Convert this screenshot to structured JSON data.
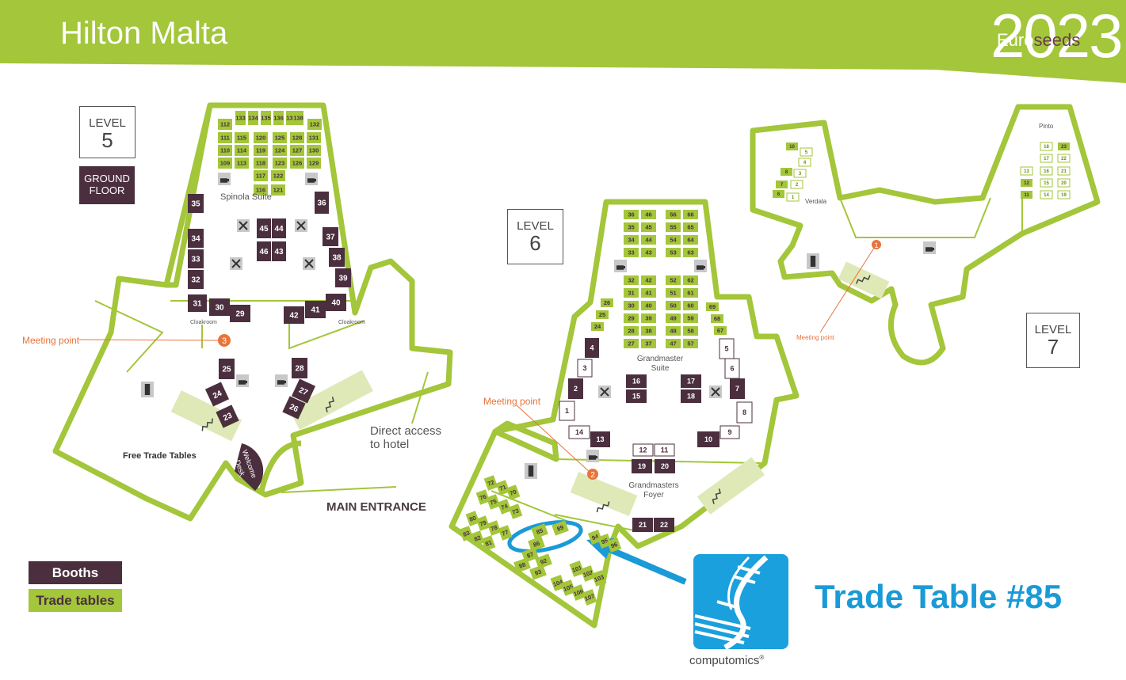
{
  "header": {
    "title": "Hilton Malta",
    "logo_word": "Euro",
    "logo_word_bold": "seeds",
    "logo_year": "2023"
  },
  "colors": {
    "green": "#a3c63a",
    "booth": "#4b2f3e",
    "accent": "#e8743b",
    "blue": "#1a9ad6"
  },
  "level5": {
    "level_word": "LEVEL",
    "level_num": "5",
    "ground": [
      "GROUND",
      "FLOOR"
    ],
    "suite": "Spinola Suite",
    "meeting_point": "Meeting point",
    "meeting_num": "3",
    "cloakroom": "Cloakroom",
    "free_trade": "Free Trade Tables",
    "welcome": [
      "Welcome",
      "Desk"
    ],
    "direct_access": [
      "Direct access",
      "to hotel"
    ],
    "main_entrance": "MAIN ENTRANCE"
  },
  "level6": {
    "level_word": "LEVEL",
    "level_num": "6",
    "suite": [
      "Grandmaster",
      "Suite"
    ],
    "foyer": [
      "Grandmasters",
      "Foyer"
    ],
    "meeting_point": "Meeting point",
    "meeting_num": "2"
  },
  "level7": {
    "level_word": "LEVEL",
    "level_num": "7",
    "pinto": "Pinto",
    "verdala": "Verdala",
    "meeting_point": "Meeting point",
    "meeting_num": "1"
  },
  "legend": {
    "booths": "Booths",
    "trade_tables": "Trade tables"
  },
  "highlight": {
    "label": "Trade Table #85",
    "table": "85"
  },
  "company": {
    "name_light": "computomics",
    "registered": "®"
  },
  "icons": [
    "coffee-icon",
    "dining-icon",
    "stairs-icon",
    "elevator-icon",
    "meeting-point-icon",
    "arrow-icon",
    "dna-logo-icon"
  ],
  "tables": {
    "l5_booths": [
      {
        "n": "35"
      },
      {
        "n": "34"
      },
      {
        "n": "33"
      },
      {
        "n": "32"
      },
      {
        "n": "36"
      },
      {
        "n": "37"
      },
      {
        "n": "38"
      },
      {
        "n": "39"
      },
      {
        "n": "31"
      },
      {
        "n": "30"
      },
      {
        "n": "29"
      },
      {
        "n": "42"
      },
      {
        "n": "41"
      },
      {
        "n": "40"
      },
      {
        "n": "45"
      },
      {
        "n": "44"
      },
      {
        "n": "46"
      },
      {
        "n": "43"
      },
      {
        "n": "25"
      },
      {
        "n": "24"
      },
      {
        "n": "23"
      },
      {
        "n": "28"
      },
      {
        "n": "27"
      },
      {
        "n": "26"
      }
    ],
    "l5_trade": [
      {
        "n": "112"
      },
      {
        "n": "133"
      },
      {
        "n": "134"
      },
      {
        "n": "135"
      },
      {
        "n": "136"
      },
      {
        "n": "137"
      },
      {
        "n": "138"
      },
      {
        "n": "132"
      },
      {
        "n": "111"
      },
      {
        "n": "115"
      },
      {
        "n": "120"
      },
      {
        "n": "125"
      },
      {
        "n": "128"
      },
      {
        "n": "131"
      },
      {
        "n": "110"
      },
      {
        "n": "114"
      },
      {
        "n": "119"
      },
      {
        "n": "124"
      },
      {
        "n": "127"
      },
      {
        "n": "130"
      },
      {
        "n": "109"
      },
      {
        "n": "113"
      },
      {
        "n": "118"
      },
      {
        "n": "123"
      },
      {
        "n": "126"
      },
      {
        "n": "129"
      },
      {
        "n": "117"
      },
      {
        "n": "122"
      },
      {
        "n": "116"
      },
      {
        "n": "121"
      }
    ],
    "l6_booths": [
      {
        "n": "4"
      },
      {
        "n": "2"
      },
      {
        "n": "13"
      },
      {
        "n": "16"
      },
      {
        "n": "15"
      },
      {
        "n": "17"
      },
      {
        "n": "18"
      },
      {
        "n": "7"
      },
      {
        "n": "10"
      },
      {
        "n": "19"
      },
      {
        "n": "20"
      },
      {
        "n": "21"
      },
      {
        "n": "22"
      }
    ],
    "l6_white": [
      {
        "n": "3"
      },
      {
        "n": "1"
      },
      {
        "n": "14"
      },
      {
        "n": "5"
      },
      {
        "n": "6"
      },
      {
        "n": "8"
      },
      {
        "n": "9"
      },
      {
        "n": "12"
      },
      {
        "n": "11"
      }
    ],
    "l6_trade": [
      {
        "n": "36"
      },
      {
        "n": "46"
      },
      {
        "n": "56"
      },
      {
        "n": "66"
      },
      {
        "n": "35"
      },
      {
        "n": "45"
      },
      {
        "n": "55"
      },
      {
        "n": "65"
      },
      {
        "n": "34"
      },
      {
        "n": "44"
      },
      {
        "n": "54"
      },
      {
        "n": "64"
      },
      {
        "n": "33"
      },
      {
        "n": "43"
      },
      {
        "n": "53"
      },
      {
        "n": "63"
      },
      {
        "n": "32"
      },
      {
        "n": "42"
      },
      {
        "n": "52"
      },
      {
        "n": "62"
      },
      {
        "n": "31"
      },
      {
        "n": "41"
      },
      {
        "n": "51"
      },
      {
        "n": "61"
      },
      {
        "n": "30"
      },
      {
        "n": "40"
      },
      {
        "n": "50"
      },
      {
        "n": "60"
      },
      {
        "n": "29"
      },
      {
        "n": "39"
      },
      {
        "n": "49"
      },
      {
        "n": "59"
      },
      {
        "n": "28"
      },
      {
        "n": "38"
      },
      {
        "n": "48"
      },
      {
        "n": "58"
      },
      {
        "n": "27"
      },
      {
        "n": "37"
      },
      {
        "n": "47"
      },
      {
        "n": "57"
      },
      {
        "n": "26"
      },
      {
        "n": "25"
      },
      {
        "n": "24"
      },
      {
        "n": "69"
      },
      {
        "n": "68"
      },
      {
        "n": "67"
      },
      {
        "n": "72"
      },
      {
        "n": "71"
      },
      {
        "n": "70"
      },
      {
        "n": "76"
      },
      {
        "n": "75"
      },
      {
        "n": "74"
      },
      {
        "n": "73"
      },
      {
        "n": "80"
      },
      {
        "n": "79"
      },
      {
        "n": "78"
      },
      {
        "n": "77"
      },
      {
        "n": "83"
      },
      {
        "n": "82"
      },
      {
        "n": "81"
      },
      {
        "n": "85"
      },
      {
        "n": "89"
      },
      {
        "n": "86"
      },
      {
        "n": "87"
      },
      {
        "n": "92"
      },
      {
        "n": "88"
      },
      {
        "n": "93"
      },
      {
        "n": "104"
      },
      {
        "n": "105"
      },
      {
        "n": "106"
      },
      {
        "n": "107"
      },
      {
        "n": "101"
      },
      {
        "n": "102"
      },
      {
        "n": "103"
      },
      {
        "n": "94"
      },
      {
        "n": "95"
      },
      {
        "n": "96"
      }
    ],
    "l7_trade": [
      {
        "n": "10"
      },
      {
        "n": "8"
      },
      {
        "n": "7"
      },
      {
        "n": "6"
      },
      {
        "n": "23"
      },
      {
        "n": "12"
      },
      {
        "n": "11"
      }
    ],
    "l7_white": [
      {
        "n": "5"
      },
      {
        "n": "4"
      },
      {
        "n": "3"
      },
      {
        "n": "2"
      },
      {
        "n": "1"
      },
      {
        "n": "18"
      },
      {
        "n": "17"
      },
      {
        "n": "22"
      },
      {
        "n": "13"
      },
      {
        "n": "16"
      },
      {
        "n": "21"
      },
      {
        "n": "15"
      },
      {
        "n": "20"
      },
      {
        "n": "14"
      },
      {
        "n": "19"
      }
    ]
  }
}
